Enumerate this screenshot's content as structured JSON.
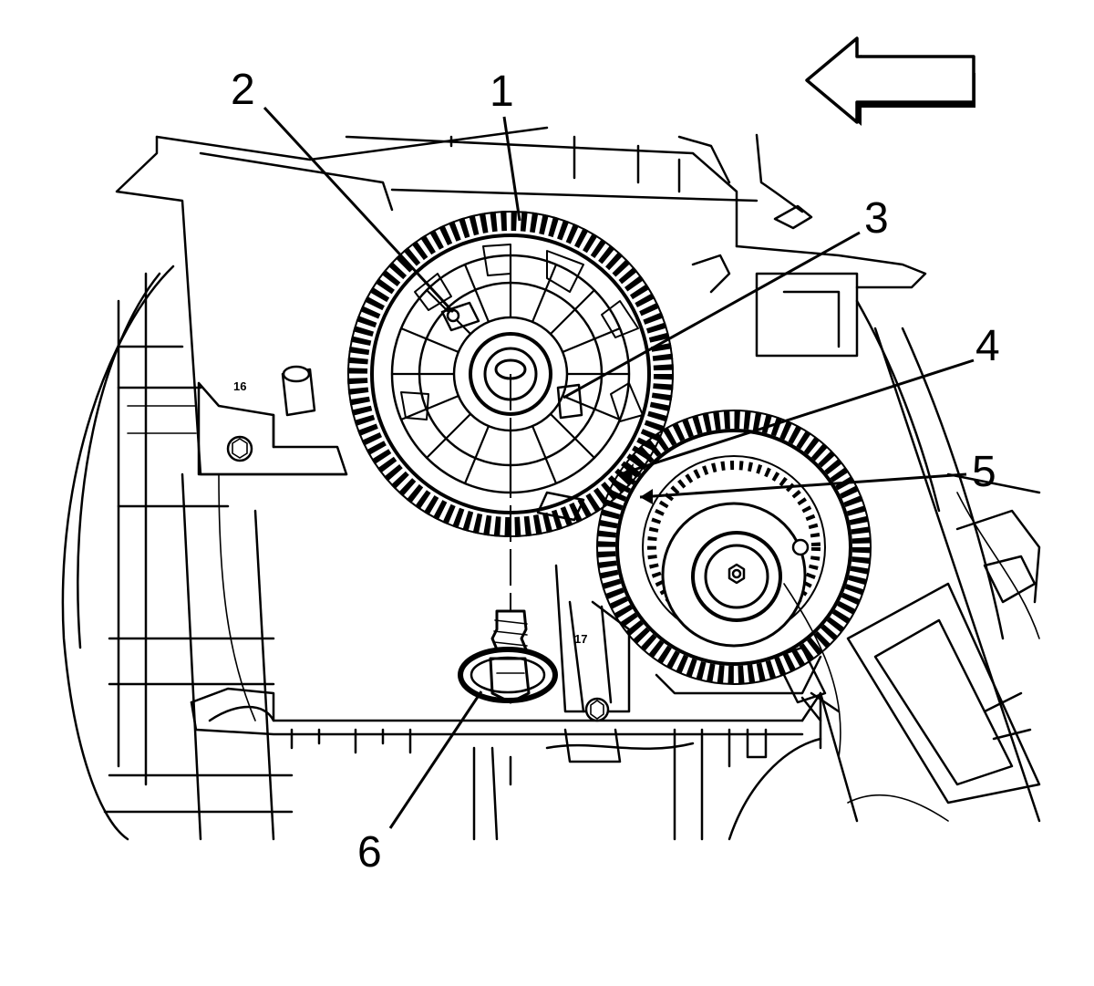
{
  "callouts": [
    {
      "id": "1",
      "label": "1"
    },
    {
      "id": "2",
      "label": "2"
    },
    {
      "id": "3",
      "label": "3"
    },
    {
      "id": "4",
      "label": "4"
    },
    {
      "id": "5",
      "label": "5"
    },
    {
      "id": "6",
      "label": "6"
    }
  ],
  "part_labels": {
    "bracket_left": "16",
    "bracket_center": "17"
  },
  "direction_arrow": {
    "direction": "left",
    "icon": "hollow-arrow-left-icon"
  },
  "colors": {
    "ink": "#000000",
    "background": "#ffffff"
  }
}
